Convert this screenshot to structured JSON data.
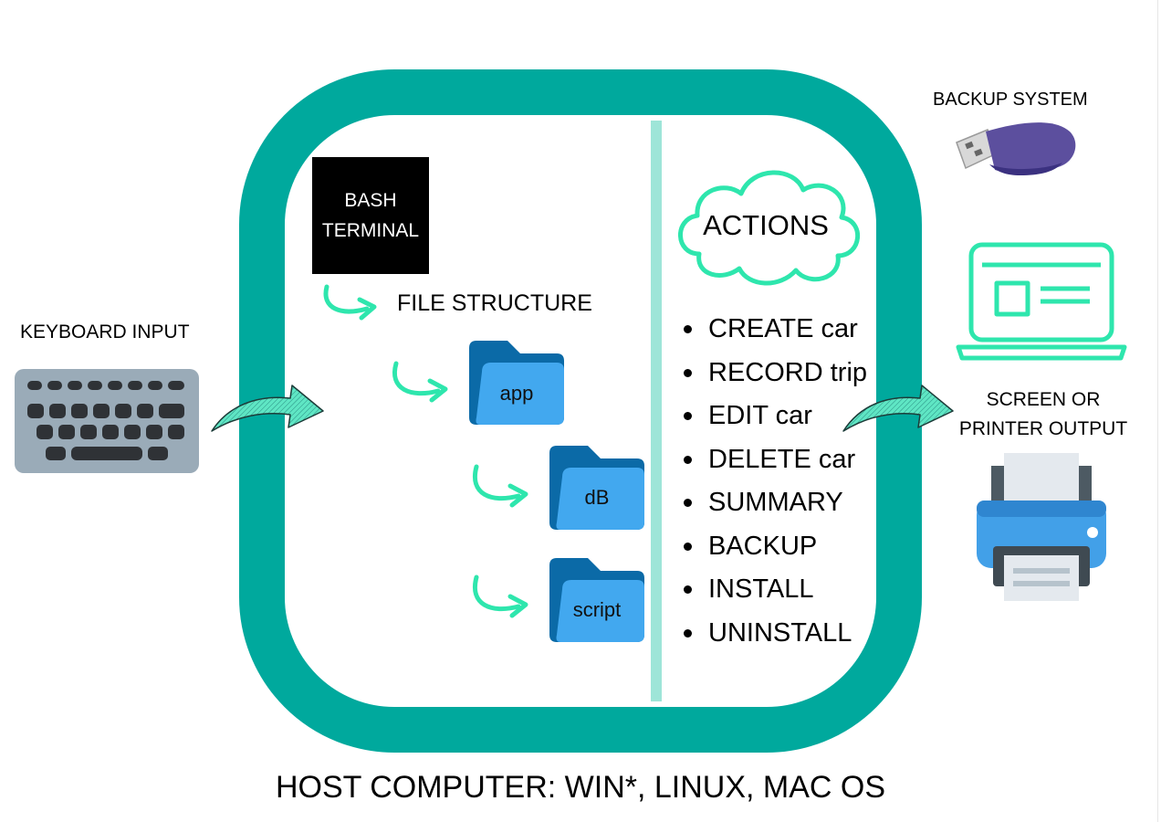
{
  "colors": {
    "frame": "#00a99d",
    "divider": "#9ee5d8",
    "accent_arrow": "#2ee6ad",
    "folder_dark": "#0b6aa7",
    "folder_light": "#42a8ef"
  },
  "host_label": "HOST COMPUTER: WIN*, LINUX, MAC OS",
  "terminal": {
    "line1": "BASH",
    "line2": "TERMINAL"
  },
  "file_structure_label": "FILE STRUCTURE",
  "folders": [
    {
      "label": "app"
    },
    {
      "label": "dB"
    },
    {
      "label": "script"
    }
  ],
  "actions": {
    "title": "ACTIONS",
    "items": [
      {
        "label": "CREATE car"
      },
      {
        "label": "RECORD trip"
      },
      {
        "label": "EDIT car"
      },
      {
        "label": "DELETE car"
      },
      {
        "label": "SUMMARY"
      },
      {
        "label": "BACKUP"
      },
      {
        "label": "INSTALL"
      },
      {
        "label": "UNINSTALL"
      }
    ]
  },
  "keyboard_label": "KEYBOARD INPUT",
  "backup_label": "BACKUP SYSTEM",
  "output_label": "SCREEN OR PRINTER OUTPUT",
  "icons": [
    "keyboard-icon",
    "usb-drive-icon",
    "laptop-icon",
    "printer-icon",
    "folder-icon",
    "cloud-icon",
    "curved-arrow-icon",
    "hook-arrow-icon"
  ]
}
